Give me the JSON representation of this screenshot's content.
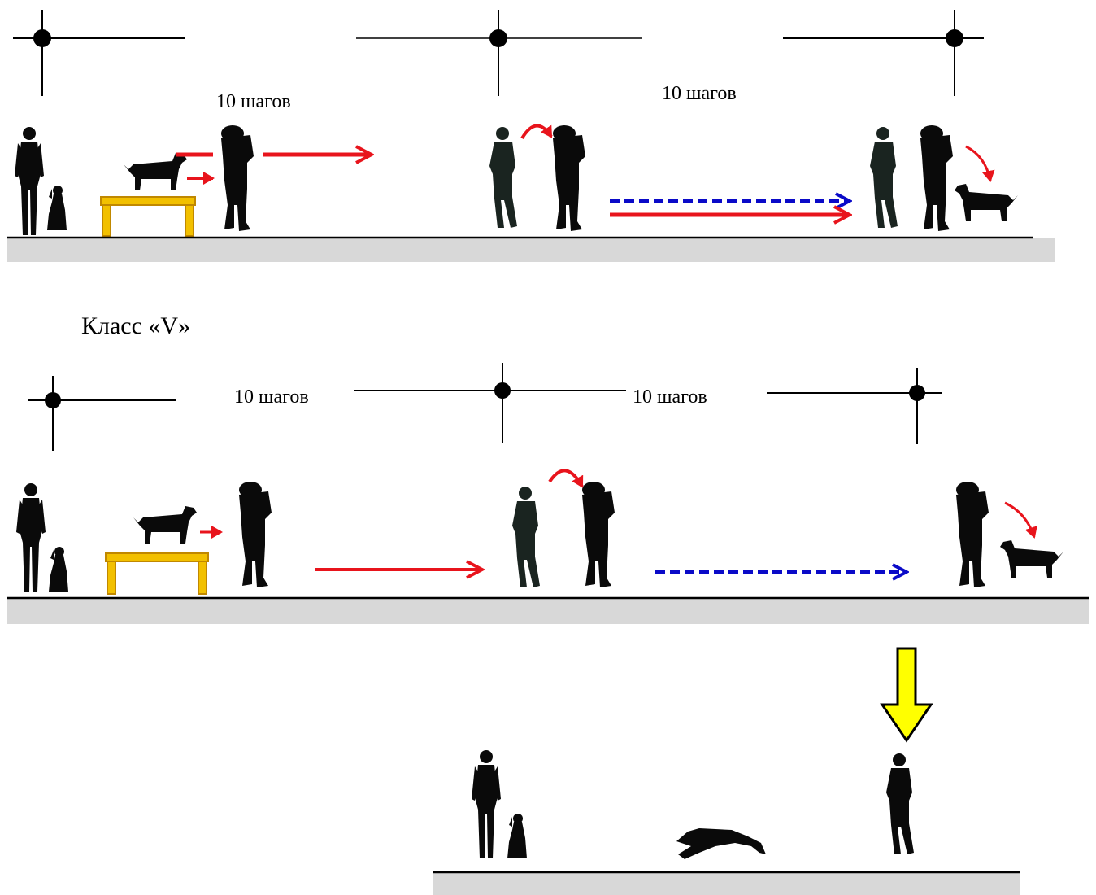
{
  "diagram_top": {
    "steps_label_1": "10 шагов",
    "steps_label_2": "10 шагов"
  },
  "class_label": "Класс «V»",
  "diagram_middle": {
    "steps_label_1": "10 шагов",
    "steps_label_2": "10 шагов"
  },
  "colors": {
    "red_arrow": "#e8141c",
    "blue_dashed_arrow": "#0a0ac8",
    "table": "#f2c000",
    "table_outline": "#c08800",
    "ground": "#d8d8d8",
    "yellow_arrow": "#ffff00",
    "silhouette": "#0a0a0a"
  }
}
